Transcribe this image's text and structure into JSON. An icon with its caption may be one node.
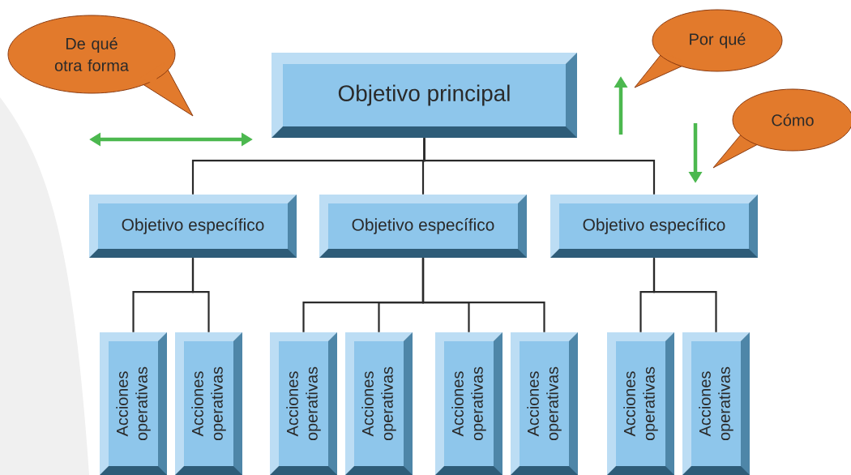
{
  "diagram": {
    "nodes": [
      {
        "text": [
          "Objetivo principal"
        ]
      },
      {
        "text": [
          "Objetivo específico"
        ]
      },
      {
        "text": [
          "Objetivo específico"
        ]
      },
      {
        "text": [
          "Objetivo específico"
        ]
      },
      {
        "text": [
          "Acciones operativas"
        ]
      },
      {
        "text": [
          "Acciones operativas"
        ]
      },
      {
        "text": [
          "Acciones operativas"
        ]
      },
      {
        "text": [
          "Acciones operativas"
        ]
      },
      {
        "text": [
          "Acciones operativas"
        ]
      },
      {
        "text": [
          "Acciones operativas"
        ]
      },
      {
        "text": [
          "Acciones operativas"
        ]
      },
      {
        "text": [
          "Acciones operativas"
        ]
      },
      {
        "text": [
          "De qué otra forma"
        ]
      },
      {
        "text": [
          "Por qué"
        ]
      },
      {
        "text": [
          "Cómo"
        ]
      }
    ],
    "edges": [
      {
        "from": 0,
        "to": 1,
        "arrow": "none"
      },
      {
        "from": 0,
        "to": 2,
        "arrow": "none"
      },
      {
        "from": 0,
        "to": 3,
        "arrow": "none"
      },
      {
        "from": 1,
        "to": 4,
        "arrow": "none"
      },
      {
        "from": 1,
        "to": 5,
        "arrow": "none"
      },
      {
        "from": 2,
        "to": 6,
        "arrow": "none"
      },
      {
        "from": 2,
        "to": 7,
        "arrow": "none"
      },
      {
        "from": 2,
        "to": 8,
        "arrow": "none"
      },
      {
        "from": 2,
        "to": 9,
        "arrow": "none"
      },
      {
        "from": 3,
        "to": 10,
        "arrow": "none"
      },
      {
        "from": 3,
        "to": 11,
        "arrow": "none"
      }
    ]
  }
}
